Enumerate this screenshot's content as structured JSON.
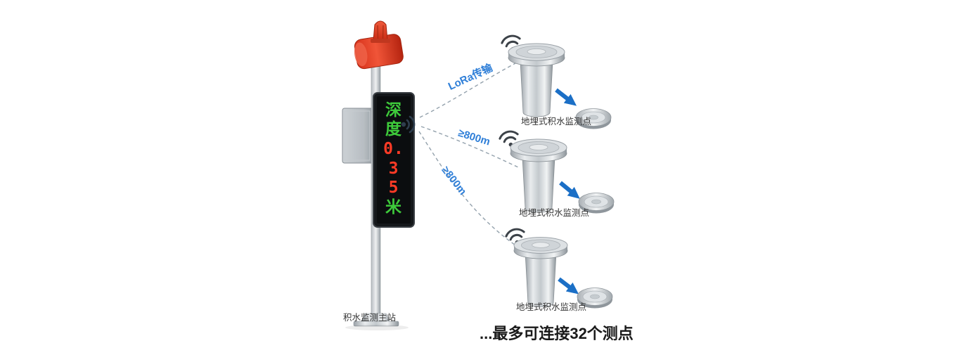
{
  "main_station": {
    "label": "积水监测主站",
    "display_lines": [
      {
        "text": "深",
        "color": "#3ecb3b"
      },
      {
        "text": "度",
        "color": "#3ecb3b"
      },
      {
        "text": "0.",
        "color": "#ff3b26"
      },
      {
        "text": "3",
        "color": "#ff3b26"
      },
      {
        "text": "5",
        "color": "#ff3b26"
      },
      {
        "text": "米",
        "color": "#3ecb3b"
      }
    ]
  },
  "links": [
    {
      "label": "LoRa传输"
    },
    {
      "label": "≥800m"
    },
    {
      "label": "≥800m"
    }
  ],
  "sensors": [
    {
      "label": "地埋式积水监测点"
    },
    {
      "label": "地埋式积水监测点"
    },
    {
      "label": "地埋式积水监测点"
    }
  ],
  "footer_note": "...最多可连接32个测点",
  "icons": {
    "wifi_icon": "wifi-arcs",
    "rf_emission_icon": "signal-waves",
    "flow_arrow_icon": "thick-blue-arrow"
  },
  "colors": {
    "alarm_red": "#d8321c",
    "led_green": "#3ecb3b",
    "led_red": "#ff3b26",
    "link_label_blue": "#2f7fd8",
    "arrow_blue": "#1b6fc6",
    "dash_gray": "#93a1ac"
  }
}
